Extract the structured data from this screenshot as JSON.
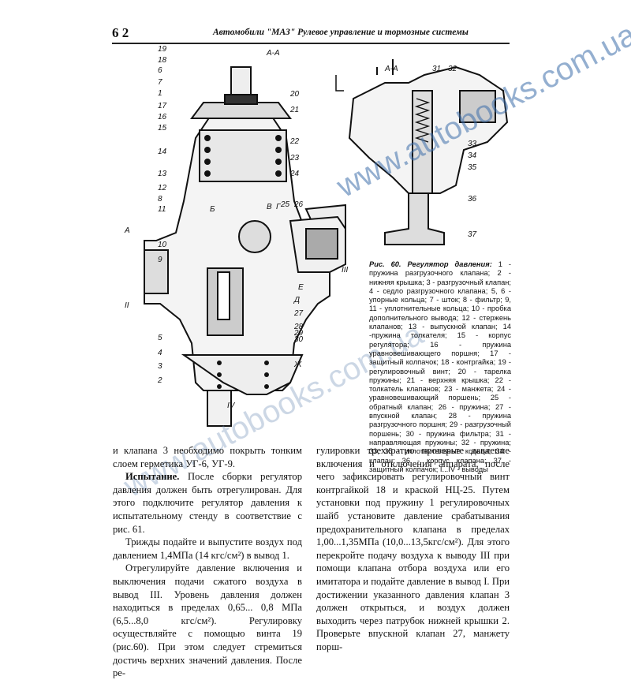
{
  "header": {
    "page_number": "6 2",
    "title": "Автомобили \"МАЗ\" Рулевое управление и тормозные системы"
  },
  "figure": {
    "section_label": "А-А",
    "callouts_left": [
      "19",
      "18",
      "6",
      "7",
      "1",
      "17",
      "16",
      "15",
      "14",
      "13",
      "12",
      "8",
      "11",
      "10",
      "9",
      "5",
      "4",
      "3",
      "2"
    ],
    "callouts_right": [
      "20",
      "21",
      "22",
      "23",
      "24",
      "26",
      "25",
      "27",
      "28",
      "29",
      "30",
      "36",
      "33",
      "35",
      "37"
    ],
    "callouts_top": [
      "31",
      "32"
    ],
    "letters": [
      "А",
      "А",
      "Б",
      "В",
      "Г",
      "Д",
      "Е",
      "Ж"
    ],
    "ports": [
      "I",
      "II",
      "III",
      "IV"
    ],
    "caption_title": "Рис. 60. Регулятор давления:",
    "caption_text": "1 - пружина разгрузочного клапана; 2 - нижняя крышка; 3 - разгрузочный клапан; 4 - седло разгрузочного клапана; 5, 6 - упорные кольца; 7 - шток; 8 - фильтр; 9, 11 - уплотнительные кольца; 10 - пробка дополнительного вывода; 12 - стержень клапанов; 13 - выпускной клапан; 14 -пружина толкателя; 15 - корпус регулятора; 16 - пружина уравновешивающего поршня; 17 - защитный колпачок; 18 - контргайка; 19 - регулировочный винт; 20 - тарелка пружины; 21 - верхняя крышка; 22 - толкатель клапанов; 23 - манжета; 24 - уравновешивающий поршень; 25 - обратный клапан; 26 - пружина; 27 - впускной клапан; 28 - пружина разгрузочного поршня; 29 - разгрузочный поршень; 30 - пружина фильтра; 31 - направляющая пружины; 32 - пружина; 33, 35 - уплотнительные кольца; 34 - клапан; 36 - корпус клапана; 37 - защитный колпачок; I...IV - выводы"
  },
  "watermark": {
    "text": "www.autobooks.com.ua"
  },
  "left_column": {
    "p1": "и клапана 3 необходимо покрыть тонким слоем герметика УГ-6, УГ-9.",
    "p2_bold": "Испытание.",
    "p2": " После сборки регулятор давления должен быть отрегулирован. Для этого подключите регулятор давления к испытательному стенду в соответствие с рис. 61.",
    "p3": "Трижды подайте и выпустите воздух под давлением 1,4МПа (14 кгс/см²) в вывод 1.",
    "p4": "Отрегулируйте давление включения и выключения подачи сжатого воздуха в вывод III. Уровень давления должен находиться в пределах 0,65... 0,8 МПа (6,5...8,0 кгс/см²). Регулировку осуществляйте с помощью винта 19 (рис.60). При этом следует стремиться достичь верхних значений давления. После ре-"
  },
  "right_column": {
    "p1": "гулировки трехкратно проверьте давление включения и отключения аппарата, после чего зафиксировать регулировочный винт контргайкой 18 и краской НЦ-25. Путем установки под пружину 1 регулировочных шайб установите давление срабатывания предохранительного клапана в пределах 1,00...1,35МПа (10,0...13,5кгс/см²). Для этого перекройте подачу воздуха к выводу III при помощи клапана отбора воздуха или его имитатора и подайте давление в вывод I. При достижении указанного давления клапан 3 должен открыться, и воздух должен выходить через патрубок нижней крышки 2. Проверьте впускной клапан 27, манжету порш-"
  }
}
